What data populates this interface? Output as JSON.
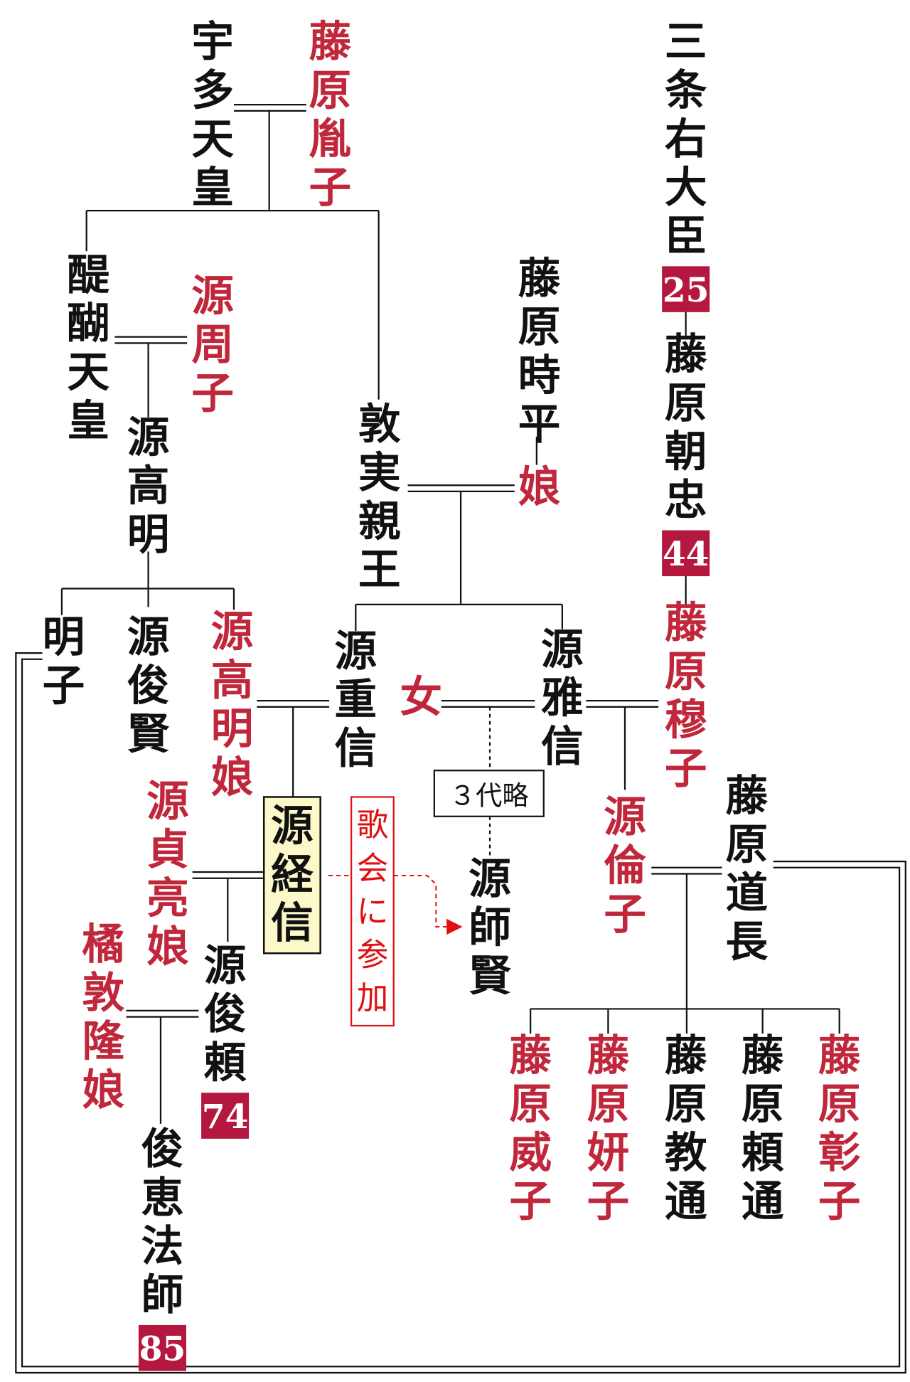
{
  "colors": {
    "woman": "#c0273a",
    "man": "#111111",
    "badge_bg": "#b5183f",
    "badge_text": "#ffffff",
    "highlight_fill": "#fdf8c9",
    "annotation": "#e01010"
  },
  "people": {
    "uda": {
      "name": "宇多天皇",
      "gender": "man"
    },
    "fujiwara_inshi": {
      "name": "藤原胤子",
      "gender": "woman"
    },
    "sanjo_udaijin": {
      "name": "三条右大臣",
      "gender": "man",
      "poem_number": "25"
    },
    "fujiwara_asatada": {
      "name": "藤原朝忠",
      "gender": "man",
      "poem_number": "44"
    },
    "fujiwara_bokushi": {
      "name": "藤原穆子",
      "gender": "woman"
    },
    "daigo": {
      "name": "醍醐天皇",
      "gender": "man"
    },
    "minamoto_shushi": {
      "name": "源周子",
      "gender": "woman"
    },
    "fujiwara_tokihira": {
      "name": "藤原時平",
      "gender": "man"
    },
    "musume": {
      "name": "娘",
      "gender": "woman"
    },
    "atsumi": {
      "name": "敦実親王",
      "gender": "man"
    },
    "minamoto_takaakira": {
      "name": "源高明",
      "gender": "man"
    },
    "akiko": {
      "name": "明子",
      "gender": "man"
    },
    "minamoto_toshikata": {
      "name": "源俊賢",
      "gender": "man"
    },
    "takaakira_musume": {
      "name": "源高明娘",
      "gender": "woman"
    },
    "minamoto_shigenobu": {
      "name": "源重信",
      "gender": "man"
    },
    "onna": {
      "name": "女",
      "gender": "woman"
    },
    "minamoto_masanobu": {
      "name": "源雅信",
      "gender": "man"
    },
    "minamoto_rinshi": {
      "name": "源倫子",
      "gender": "woman"
    },
    "fujiwara_michinaga": {
      "name": "藤原道長",
      "gender": "man"
    },
    "minamoto_moroyori": {
      "name": "源師賢",
      "gender": "man"
    },
    "sadasuke_musume": {
      "name": "源貞亮娘",
      "gender": "woman"
    },
    "minamoto_tsunenobu": {
      "name": "源経信",
      "gender": "man",
      "highlight": true
    },
    "tachibana_musume": {
      "name": "橘敦隆娘",
      "gender": "woman"
    },
    "minamoto_toshiyori": {
      "name": "源俊頼",
      "gender": "man",
      "poem_number": "74"
    },
    "shune_hoshi": {
      "name": "俊恵法師",
      "gender": "man",
      "poem_number": "85"
    },
    "fujiwara_ishi": {
      "name": "藤原威子",
      "gender": "woman"
    },
    "fujiwara_kenshi": {
      "name": "藤原妍子",
      "gender": "woman"
    },
    "fujiwara_norimichi": {
      "name": "藤原教通",
      "gender": "man"
    },
    "fujiwara_yorimichi": {
      "name": "藤原頼通",
      "gender": "man"
    },
    "fujiwara_shoshi": {
      "name": "藤原彰子",
      "gender": "woman"
    }
  },
  "annotations": {
    "generations_omitted": "３代略",
    "poetry_gathering": "歌会に参加"
  }
}
